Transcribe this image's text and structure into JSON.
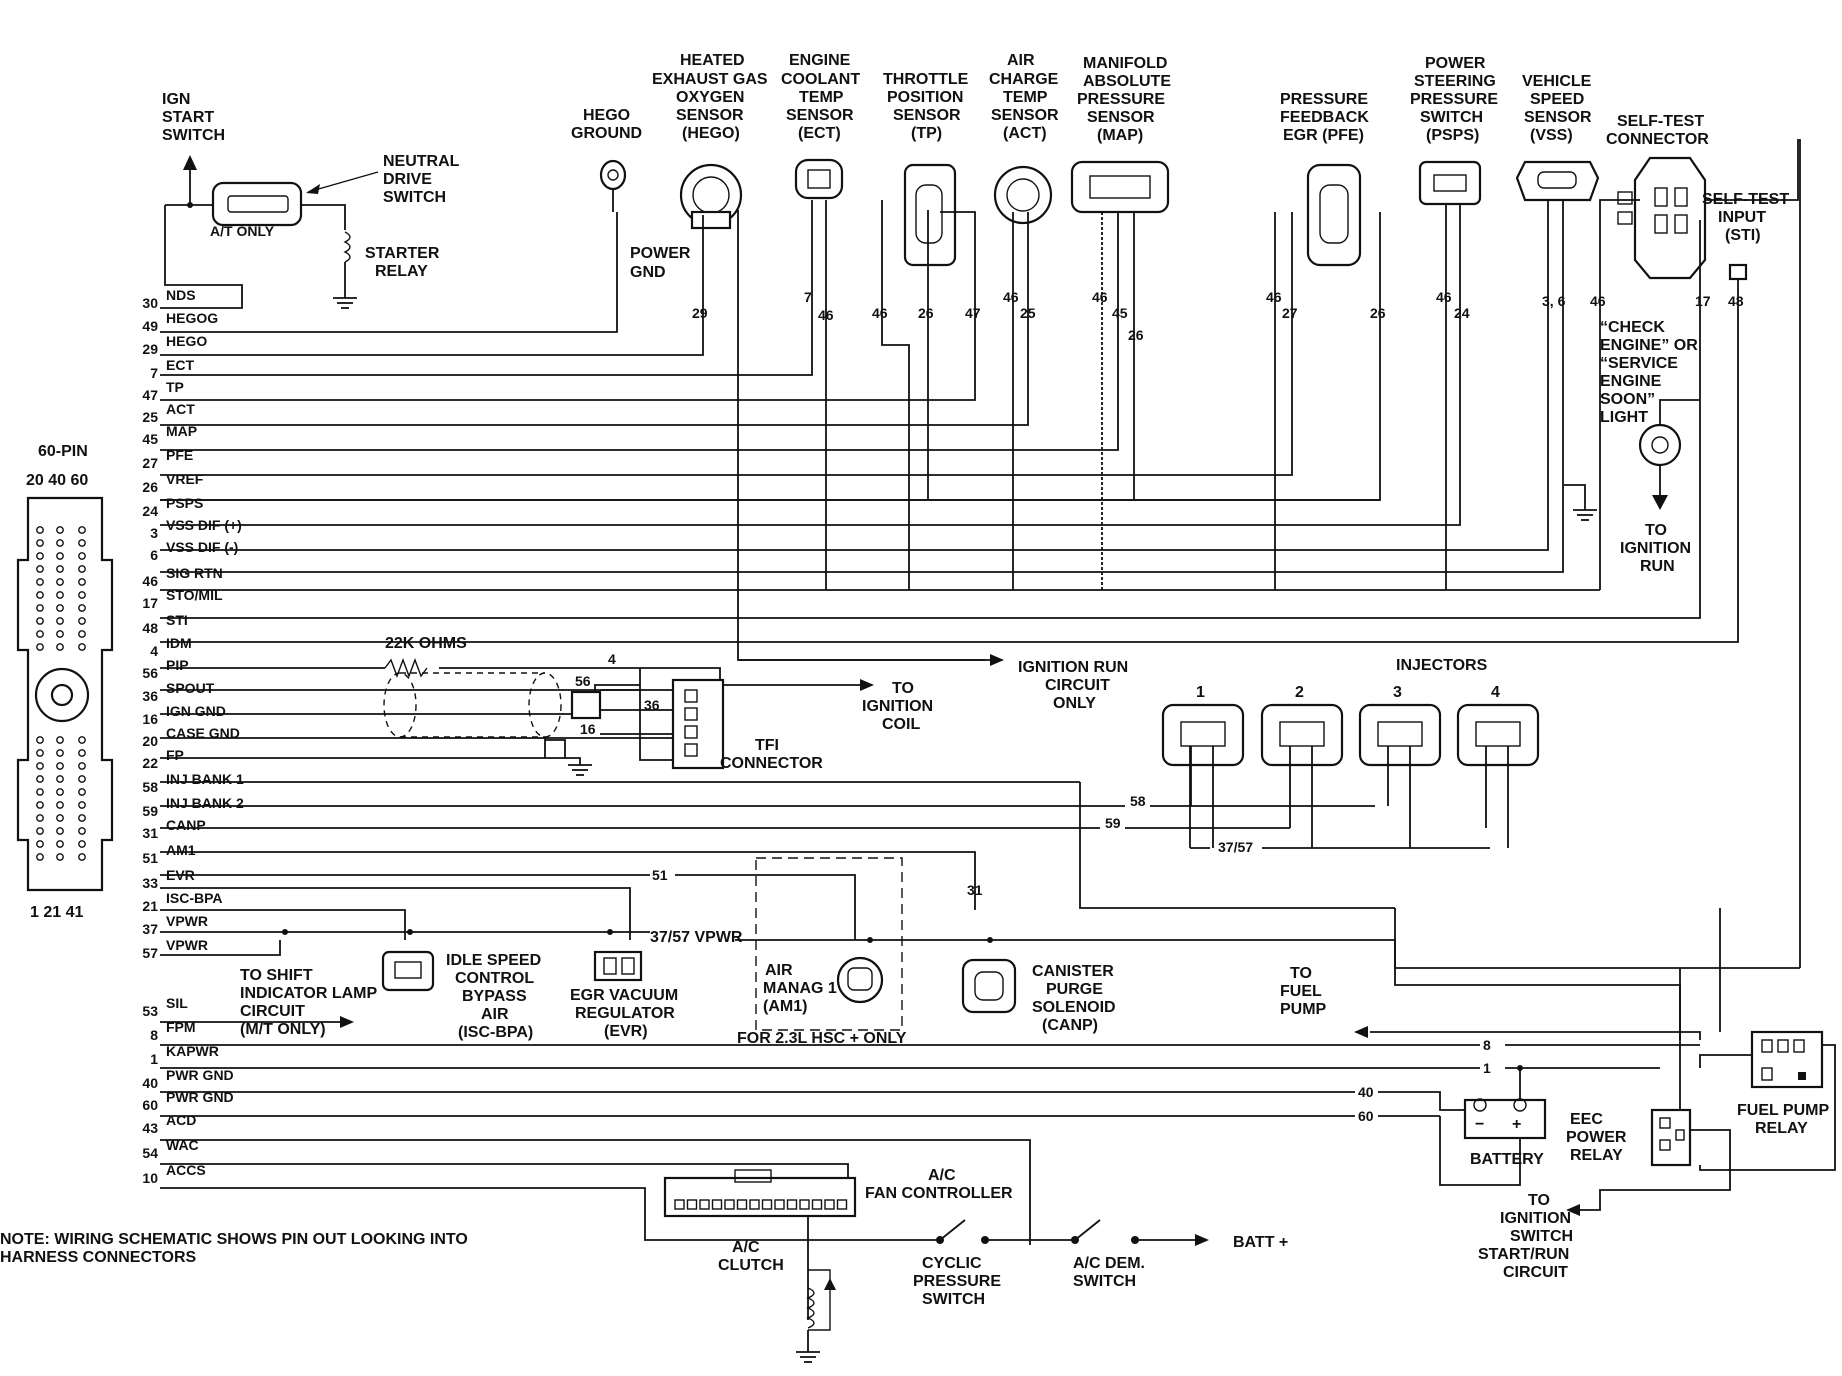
{
  "note": [
    "NOTE: WIRING SCHEMATIC SHOWS PIN OUT LOOKING INTO",
    "HARNESS CONNECTORS"
  ],
  "connector": {
    "title": "60-PIN",
    "top_pins": "20 40 60",
    "bottom_pins": "1 21 41"
  },
  "ecu_pins": [
    {
      "num": "30",
      "name": "NDS"
    },
    {
      "num": "49",
      "name": "HEGOG"
    },
    {
      "num": "29",
      "name": "HEGO"
    },
    {
      "num": "7",
      "name": "ECT"
    },
    {
      "num": "47",
      "name": "TP"
    },
    {
      "num": "25",
      "name": "ACT"
    },
    {
      "num": "45",
      "name": "MAP"
    },
    {
      "num": "27",
      "name": "PFE"
    },
    {
      "num": "26",
      "name": "VREF"
    },
    {
      "num": "24",
      "name": "PSPS"
    },
    {
      "num": "3",
      "name": "VSS DIF (+)"
    },
    {
      "num": "6",
      "name": "VSS DIF (-)"
    },
    {
      "num": "46",
      "name": "SIG RTN"
    },
    {
      "num": "17",
      "name": "STO/MIL"
    },
    {
      "num": "48",
      "name": "STI"
    },
    {
      "num": "4",
      "name": "IDM"
    },
    {
      "num": "56",
      "name": "PIP"
    },
    {
      "num": "36",
      "name": "SPOUT"
    },
    {
      "num": "16",
      "name": "IGN GND"
    },
    {
      "num": "20",
      "name": "CASE GND"
    },
    {
      "num": "22",
      "name": "FP"
    },
    {
      "num": "58",
      "name": "INJ BANK 1"
    },
    {
      "num": "59",
      "name": "INJ BANK 2"
    },
    {
      "num": "31",
      "name": "CANP"
    },
    {
      "num": "51",
      "name": "AM1"
    },
    {
      "num": "33",
      "name": "EVR"
    },
    {
      "num": "21",
      "name": "ISC-BPA"
    },
    {
      "num": "37",
      "name": "VPWR"
    },
    {
      "num": "57",
      "name": "VPWR"
    },
    {
      "num": "53",
      "name": "SIL"
    },
    {
      "num": "8",
      "name": "FPM"
    },
    {
      "num": "1",
      "name": "KAPWR"
    },
    {
      "num": "40",
      "name": "PWR GND"
    },
    {
      "num": "60",
      "name": "PWR GND"
    },
    {
      "num": "43",
      "name": "ACD"
    },
    {
      "num": "54",
      "name": "WAC"
    },
    {
      "num": "10",
      "name": "ACCS"
    }
  ],
  "sensors": {
    "ign_start": [
      "IGN",
      "START",
      "SWITCH"
    ],
    "neutral_drive": [
      "NEUTRAL",
      "DRIVE",
      "SWITCH"
    ],
    "at_only": "A/T ONLY",
    "starter_relay": [
      "STARTER",
      "RELAY"
    ],
    "hego_ground": [
      "HEGO",
      "GROUND"
    ],
    "power_gnd": [
      "POWER",
      "GND"
    ],
    "hego": [
      "HEATED",
      "EXHAUST GAS",
      "OXYGEN",
      "SENSOR",
      "(HEGO)"
    ],
    "ect": [
      "ENGINE",
      "COOLANT",
      "TEMP",
      "SENSOR",
      "(ECT)"
    ],
    "tp": [
      "THROTTLE",
      "POSITION",
      "SENSOR",
      "(TP)"
    ],
    "act": [
      "AIR",
      "CHARGE",
      "TEMP",
      "SENSOR",
      "(ACT)"
    ],
    "map": [
      "MANIFOLD",
      "ABSOLUTE",
      "PRESSURE",
      "SENSOR",
      "(MAP)"
    ],
    "pfe": [
      "PRESSURE",
      "FEEDBACK",
      "EGR (PFE)"
    ],
    "psps": [
      "POWER",
      "STEERING",
      "PRESSURE",
      "SWITCH",
      "(PSPS)"
    ],
    "vss": [
      "VEHICLE",
      "SPEED",
      "SENSOR",
      "(VSS)"
    ],
    "self_test": [
      "SELF-TEST",
      "CONNECTOR"
    ],
    "sti": [
      "SELF-TEST",
      "INPUT",
      "(STI)"
    ],
    "check_engine": [
      "“CHECK",
      "ENGINE” OR",
      "“SERVICE",
      "ENGINE",
      "SOON”",
      "LIGHT"
    ],
    "to_ign_run": [
      "TO",
      "IGNITION",
      "RUN"
    ]
  },
  "wire_nums": {
    "hego": "29",
    "ect_a": "7",
    "ect_b": "46",
    "tp_a": "46",
    "tp_b": "26",
    "tp_c": "47",
    "act_a": "46",
    "act_b": "25",
    "map_a": "46",
    "map_b": "45",
    "map_c": "26",
    "pfe_a": "46",
    "pfe_b": "27",
    "pfe_c": "26",
    "psps_a": "46",
    "psps_b": "24",
    "vss": "3, 6",
    "st_a": "46",
    "st_b": "17",
    "st_c": "48"
  },
  "ignition": {
    "resistor": "22K OHMS",
    "n4": "4",
    "n56": "56",
    "n36": "36",
    "n16": "16",
    "to_coil": [
      "TO",
      "IGNITION",
      "COIL"
    ],
    "tfi": [
      "TFI",
      "CONNECTOR"
    ],
    "ign_run_circuit": [
      "IGNITION RUN",
      "CIRCUIT",
      "ONLY"
    ]
  },
  "injectors": {
    "title": "INJECTORS",
    "nums": [
      "1",
      "2",
      "3",
      "4"
    ],
    "n58": "58",
    "n59": "59",
    "n3757": "37/57"
  },
  "lower": {
    "n51": "51",
    "n31": "31",
    "vpwr": "37/57 VPWR",
    "air_manag": [
      "AIR",
      "MANAG 1",
      "(AM1)"
    ],
    "hsc_only": "FOR 2.3L HSC + ONLY",
    "canp": [
      "CANISTER",
      "PURGE",
      "SOLENOID",
      "(CANP)"
    ],
    "isc": [
      "IDLE SPEED",
      "CONTROL",
      "BYPASS",
      "AIR",
      "(ISC-BPA)"
    ],
    "evr": [
      "EGR VACUUM",
      "REGULATOR",
      "(EVR)"
    ],
    "shift_lamp": [
      "TO SHIFT",
      "INDICATOR LAMP",
      "CIRCUIT",
      "(M/T ONLY)"
    ],
    "to_fuel_pump": [
      "TO",
      "FUEL",
      "PUMP"
    ],
    "n8": "8",
    "n1": "1",
    "n40": "40",
    "n60": "60",
    "battery": "BATTERY",
    "eec_relay": [
      "EEC",
      "POWER",
      "RELAY"
    ],
    "fuel_pump_relay": [
      "FUEL PUMP",
      "RELAY"
    ],
    "to_ign_switch": [
      "TO",
      "IGNITION",
      "SWITCH",
      "START/RUN",
      "CIRCUIT"
    ],
    "fan_controller": [
      "A/C",
      "FAN CONTROLLER"
    ],
    "ac_clutch": [
      "A/C",
      "CLUTCH"
    ],
    "cyclic": [
      "CYCLIC",
      "PRESSURE",
      "SWITCH"
    ],
    "ac_dem": [
      "A/C DEM.",
      "SWITCH"
    ],
    "batt": "BATT +"
  }
}
